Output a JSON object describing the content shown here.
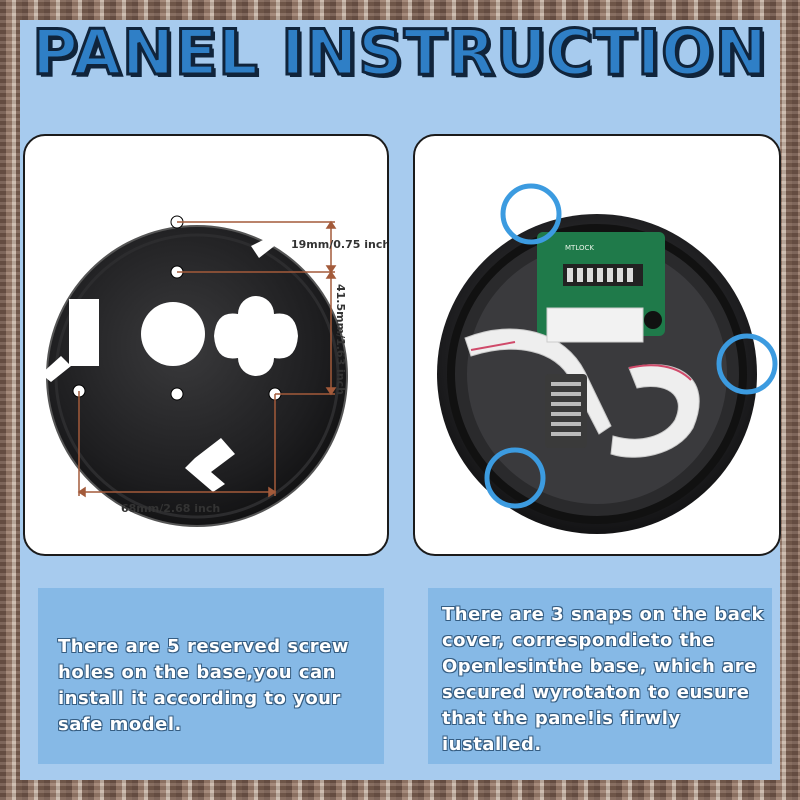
{
  "title": "PANEL INSTRUCTION",
  "left_image": {
    "dim_top": "19mm/0.75 inch",
    "dim_side": "41.5mm/1.63 inch",
    "dim_bottom": "68mm/2.68 inch"
  },
  "right_image": {
    "board_label": "MTLOCK"
  },
  "left_text": "There are 5 reserved screw holes on the base,you can install it according to your safe model.",
  "right_text": "There are 3 snaps on the back cover, correspondieto the Openlesinthe base, which are secured wyrotaton to eusure that the pane!is firwly iustalled.",
  "colors": {
    "background": "#a7cbee",
    "title_fill": "#2f7fc6",
    "text_box": "#86b9e6",
    "highlight_circle": "#3c9be0"
  }
}
